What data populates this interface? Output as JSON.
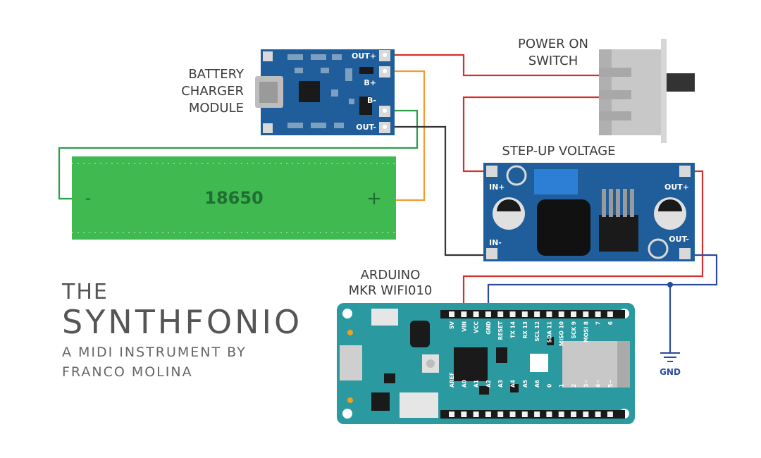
{
  "colors": {
    "board_blue": "#1f5e9a",
    "battery_green": "#3fb950",
    "arduino_teal": "#2a9aa0",
    "wire_red": "#d32f2f",
    "wire_orange": "#f39c32",
    "wire_green": "#2e9d4a",
    "wire_black": "#333333",
    "wire_blue": "#2c4aa0"
  },
  "labels": {
    "charger_title_1": "BATTERY",
    "charger_title_2": "CHARGER",
    "charger_title_3": "MODULE",
    "switch_title_1": "POWER ON",
    "switch_title_2": "SWITCH",
    "stepup_title": "STEP-UP VOLTAGE",
    "arduino_title_1": "ARDUINO",
    "arduino_title_2": "MKR WIFI010",
    "gnd": "GND"
  },
  "charger_pins": {
    "out_plus": "OUT+",
    "b_plus": "B+",
    "b_minus": "B-",
    "out_minus": "OUT-"
  },
  "battery": {
    "label": "18650",
    "minus": "-",
    "plus": "+"
  },
  "stepup_pins": {
    "in_plus": "IN+",
    "in_minus": "IN-",
    "out_plus": "OUT+",
    "out_minus": "OUT-"
  },
  "arduino_top_pins": [
    "5V",
    "VIN",
    "VCC",
    "GND",
    "RESET",
    "TX 14",
    "RX 13",
    "SCL 12",
    "SDA 11",
    "MISO 10",
    "SCK 9",
    "MOSI 8",
    "7",
    "6"
  ],
  "arduino_bottom_pins": [
    "AREF",
    "A0",
    "A1",
    "A2",
    "A3",
    "A4",
    "A5",
    "A6",
    "0",
    "1",
    "2",
    "3~",
    "4~",
    "5~"
  ],
  "title": {
    "the": "THE",
    "name": "SYNTHFONIO",
    "sub_1": "A MIDI INSTRUMENT BY",
    "sub_2": "FRANCO MOLINA"
  }
}
